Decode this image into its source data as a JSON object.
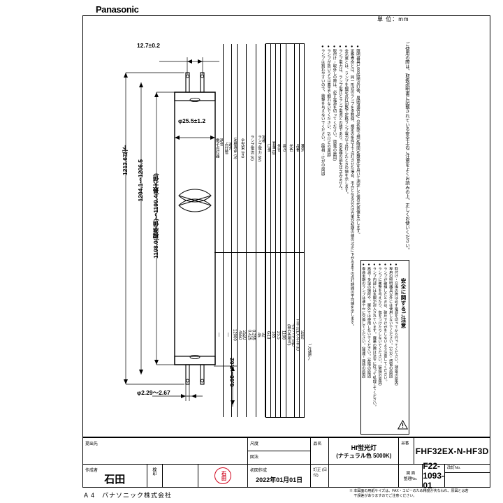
{
  "brand": "Panasonic",
  "unit_label": "単 位：mm",
  "drawing": {
    "dim_top": "12.7±0.2",
    "dim_diameter": "φ25.5±1.2",
    "dim_len_overall": "1213.6以下",
    "dim_len_mid": "1204.1～1206.5",
    "dim_len_inner": "1198.0(標準値)～1199.4(最大値)",
    "dim_pin_dia": "φ2.29～2.67",
    "dim_pin_gap": "6.60～7.62"
  },
  "spec_table": {
    "columns": [
      {
        "name": "type",
        "header": "種別",
        "value": "32形"
      },
      {
        "name": "model",
        "header": "品番",
        "value": "FHF32EX-N-HF3D"
      },
      {
        "name": "color",
        "header": "光色",
        "value": "ナチュラル色\n(昼白色相当)"
      },
      {
        "name": "length",
        "header": "長さ",
        "value": "1198",
        "group": "寸法(mm)"
      },
      {
        "name": "diameter",
        "header": "外径",
        "value": "25.5",
        "group": "寸法(mm)"
      },
      {
        "name": "mass",
        "header": "質量 (g)",
        "value": "185"
      },
      {
        "name": "base",
        "header": "口金",
        "value": "G13"
      },
      {
        "name": "power",
        "header": "定格\nランプ電力 (W)",
        "value": "32\n45"
      },
      {
        "name": "current",
        "header": "ランプ電流 (A)",
        "value": "0.255\n0.425"
      },
      {
        "name": "flux",
        "header": "全光束 (lm)",
        "value": "2520\n4550"
      },
      {
        "name": "life",
        "header": "定格寿命 (h)",
        "value": "12000"
      },
      {
        "name": "starter",
        "header": "適合\n点灯管",
        "value": "―"
      },
      {
        "name": "ballast",
        "header": "適合\n電子点灯器",
        "value": "―"
      }
    ]
  },
  "notes": {
    "label": "ご注意)",
    "body": "●照明器具1,000時間点灯後、周囲温度25℃の状態で規定時間定格電圧を用いて測定した値の代表値を示します。\n●定格寿命とは、同一形式のランプを多数個、規定の条件下で点灯させた場合、不点となるか又は光束が初期の値の70%に下がるまでの点灯時間の平均値を示します。\n●全光束とは、ランプを規定点灯回路で定格ランプ電力で点灯したときの値を示します。\n●ランプ電力は、ランプ電圧とランプ電流との積であり、安定器の損失は含みません。\n●取付け・取外しの際は、必ず電源を切ってください。(感電の原因)\n●ランプが熱いうちは素手で触れないでください。(やけどの原因)\n●ランプは割れやすいので、衝撃を与えないでください。(破損・けがの原因)"
  },
  "caution": {
    "title": "安全に関するご注意",
    "triangle_icon": "warning-triangle-icon",
    "body": "●取付け・交換の際は必ず電源を切ってから行ってください。(感電の原因)\n●専用の照明器具以外には使用しないでください。(火災・感電の原因)\n●ランプが破損したときは、破片でけがをしないよう注意してください。\n●ランプに衝撃を与えたり、傷をつけたりしないでください。(破損の原因)\n●ランプ内部には水銀が封入されています。廃棄の際は法令に従って処理してください。\n●高温・多湿の場所や、屋外では使用しないでください。(故障の原因)\n●寿命末期のランプは速やかに交換してください。(発煙・発熱の原因)"
  },
  "right_note": "ご使用の際は、取扱説明書に記載されている安全上のご注意をよくお読みの上、正しくお使いください。",
  "title_block": {
    "submit_label": "提出先",
    "submit_value": "",
    "scale_label": "尺度",
    "scale_value": "",
    "projection_label": "図法",
    "projection_value": "",
    "product_label": "品名",
    "product_value_line1": "Hf蛍光灯",
    "product_value_line2": "(ナチュラル色 5000K)",
    "partno_label": "品番",
    "partno_value": "FHF32EX-N-HF3D",
    "author_label": "作成者",
    "author_value": "石田",
    "approve_label": "検印",
    "approve_value": "",
    "stamp_text": "石田",
    "created_label": "初図作成",
    "created_value": "2022年01月01日",
    "revise_label": "訂正 (日付)",
    "revise_value": "",
    "drawingno_label": "図 面\n整理No.",
    "drawingno_value": "F22-1093-01",
    "revno_label": "改訂No.",
    "revno_value": ""
  },
  "footer": {
    "paper_size": "A 4　パナソニック株式会社",
    "disclaimer": "※ 本図面の用紙サイズは、FAX・コピーのため精度が失なわれ、原図とは若\n　 干誤差がありますのでご注意ください。"
  }
}
